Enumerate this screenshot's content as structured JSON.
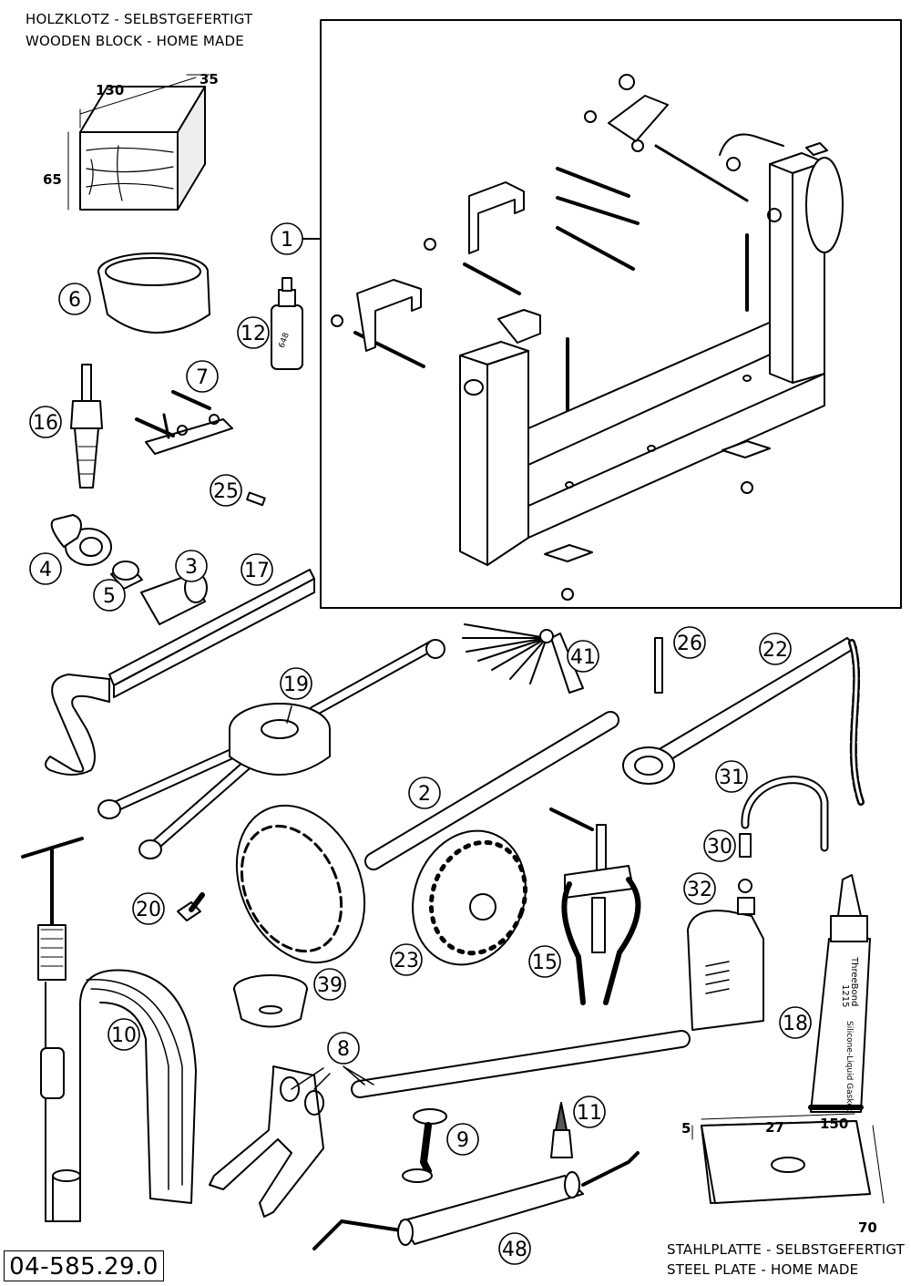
{
  "headers": {
    "wood_de": "HOLZKLOTZ - SELBSTGEFERTIGT",
    "wood_en": "WOODEN BLOCK - HOME MADE",
    "steel_de": "STAHLPLATTE - SELBSTGEFERTIGT",
    "steel_en": "STEEL PLATE - HOME MADE"
  },
  "part_number": "04-585.29.0",
  "wood_dims": {
    "length": "130",
    "width": "35",
    "height": "65"
  },
  "steel_dims": {
    "thickness": "5",
    "hole": "27",
    "length": "150",
    "width": "70"
  },
  "labels": {
    "loctite": "648",
    "threebond": "ThreeBond",
    "threebond_code": "1215",
    "threebond_text": "Silicone-Liquid Gasket"
  },
  "callouts": [
    {
      "id": "c1",
      "text": "1"
    },
    {
      "id": "c2",
      "text": "2"
    },
    {
      "id": "c3",
      "text": "3"
    },
    {
      "id": "c4",
      "text": "4"
    },
    {
      "id": "c5",
      "text": "5"
    },
    {
      "id": "c6",
      "text": "6"
    },
    {
      "id": "c7",
      "text": "7"
    },
    {
      "id": "c8",
      "text": "8"
    },
    {
      "id": "c9",
      "text": "9"
    },
    {
      "id": "c10",
      "text": "10"
    },
    {
      "id": "c11",
      "text": "11"
    },
    {
      "id": "c12",
      "text": "12"
    },
    {
      "id": "c15",
      "text": "15"
    },
    {
      "id": "c16",
      "text": "16"
    },
    {
      "id": "c17",
      "text": "17"
    },
    {
      "id": "c18",
      "text": "18"
    },
    {
      "id": "c19",
      "text": "19"
    },
    {
      "id": "c20",
      "text": "20"
    },
    {
      "id": "c22",
      "text": "22"
    },
    {
      "id": "c23",
      "text": "23"
    },
    {
      "id": "c25",
      "text": "25"
    },
    {
      "id": "c26",
      "text": "26"
    },
    {
      "id": "c30",
      "text": "30"
    },
    {
      "id": "c31",
      "text": "31"
    },
    {
      "id": "c32",
      "text": "32"
    },
    {
      "id": "c39",
      "text": "39"
    },
    {
      "id": "c41",
      "text": "41"
    },
    {
      "id": "c48",
      "text": "48"
    }
  ]
}
